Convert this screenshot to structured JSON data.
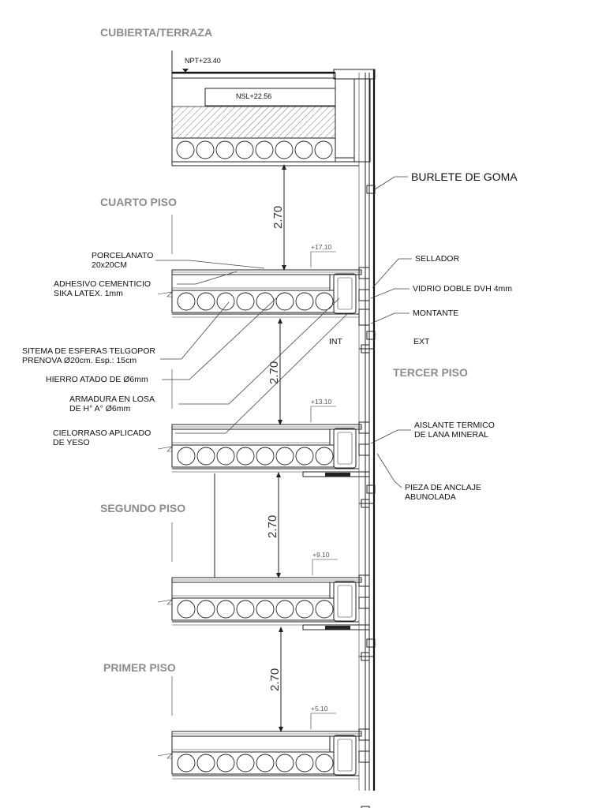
{
  "floor_titles": {
    "roof": "CUBIERTA/TERRAZA",
    "fourth": "CUARTO PISO",
    "third": "TERCER PISO",
    "second": "SEGUNDO PISO",
    "first": "PRIMER PISO"
  },
  "levels": {
    "npt_roof": "NPT+23.40",
    "nsl_roof": "NSL+22.56",
    "l4": "+17.10",
    "l3": "+13.10",
    "l2": "+9.10",
    "l1": "+5.10"
  },
  "dimension_label": "2.70",
  "labels_left": {
    "porcelanato_1": "PORCELANATO",
    "porcelanato_2": "20x20CM",
    "adhesivo_1": "ADHESIVO CEMENTICIO",
    "adhesivo_2": "SIKA LATEX. 1mm",
    "esferas_1": "SITEMA DE ESFERAS TELGOPOR",
    "esferas_2": "PRENOVA Ø20cm. Esp.: 15cm",
    "hierro": "HIERRO ATADO DE Ø6mm",
    "armadura_1": "ARMADURA EN LOSA",
    "armadura_2": "DE H° A° Ø6mm",
    "cielorraso_1": "CIELORRASO APLICADO",
    "cielorraso_2": "DE YESO"
  },
  "labels_right": {
    "burlete": "BURLETE DE GOMA",
    "sellador": "SELLADOR",
    "vidrio": "VIDRIO DOBLE DVH 4mm",
    "montante": "MONTANTE",
    "int": "INT",
    "ext": "EXT",
    "aislante_1": "AISLANTE TERMICO",
    "aislante_2": "DE LANA MINERAL",
    "pieza_1": "PIEZA DE ANCLAJE",
    "pieza_2": "ABUNOLADA"
  }
}
